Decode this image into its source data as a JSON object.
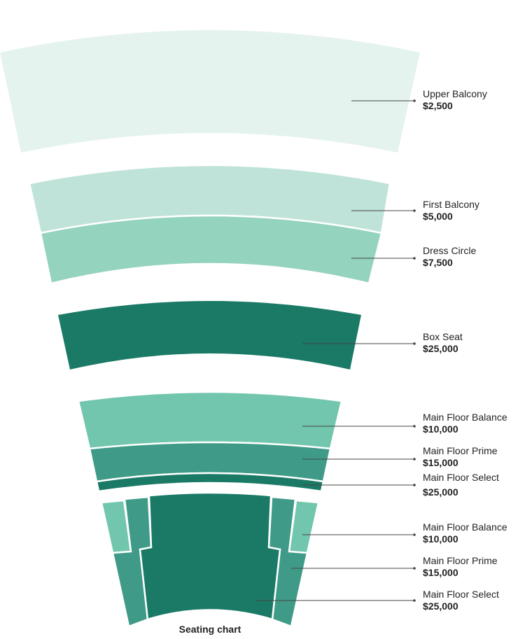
{
  "title": "Seating chart",
  "colors": {
    "upper_balcony": "#e5f3ee",
    "first_balcony": "#bfe3d8",
    "dress_circle": "#94d3bd",
    "box_seat": "#1a7a66",
    "main_floor_balance": "#72c6ad",
    "main_floor_prime": "#3f9b87",
    "main_floor_select": "#1a7a66"
  },
  "sections": [
    {
      "name": "Upper Balcony",
      "price": "$2,500"
    },
    {
      "name": "First Balcony",
      "price": "$5,000"
    },
    {
      "name": "Dress Circle",
      "price": "$7,500"
    },
    {
      "name": "Box Seat",
      "price": "$25,000"
    },
    {
      "name": "Main Floor Balance",
      "price": "$10,000"
    },
    {
      "name": "Main Floor Prime",
      "price": "$15,000"
    },
    {
      "name": "Main Floor Select",
      "price": "$25,000"
    },
    {
      "name": "Main Floor Balance",
      "price": "$10,000"
    },
    {
      "name": "Main Floor Prime",
      "price": "$15,000"
    },
    {
      "name": "Main Floor Select",
      "price": "$25,000"
    }
  ]
}
